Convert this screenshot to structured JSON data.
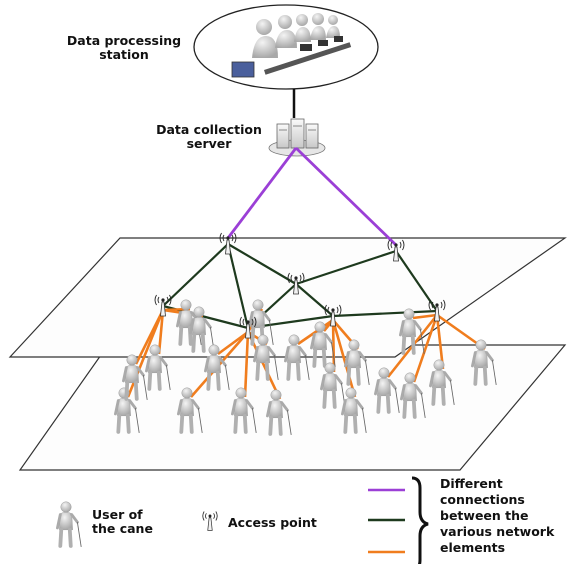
{
  "labels": {
    "station": [
      "Data processing",
      "station"
    ],
    "server": [
      "Data collection",
      "server"
    ]
  },
  "legend": {
    "user": [
      "User of",
      "the cane"
    ],
    "access_point": "Access point",
    "connections": [
      "Different",
      "connections",
      "between the",
      "various network",
      "elements"
    ],
    "line_colors": [
      "#9b3fd6",
      "#1e3a1e",
      "#f07d1e"
    ]
  },
  "colors": {
    "server_link": "#9b3fd6",
    "ap_link": "#1e3a1e",
    "user_link": "#f07d1e",
    "plane_stroke": "#333333"
  }
}
